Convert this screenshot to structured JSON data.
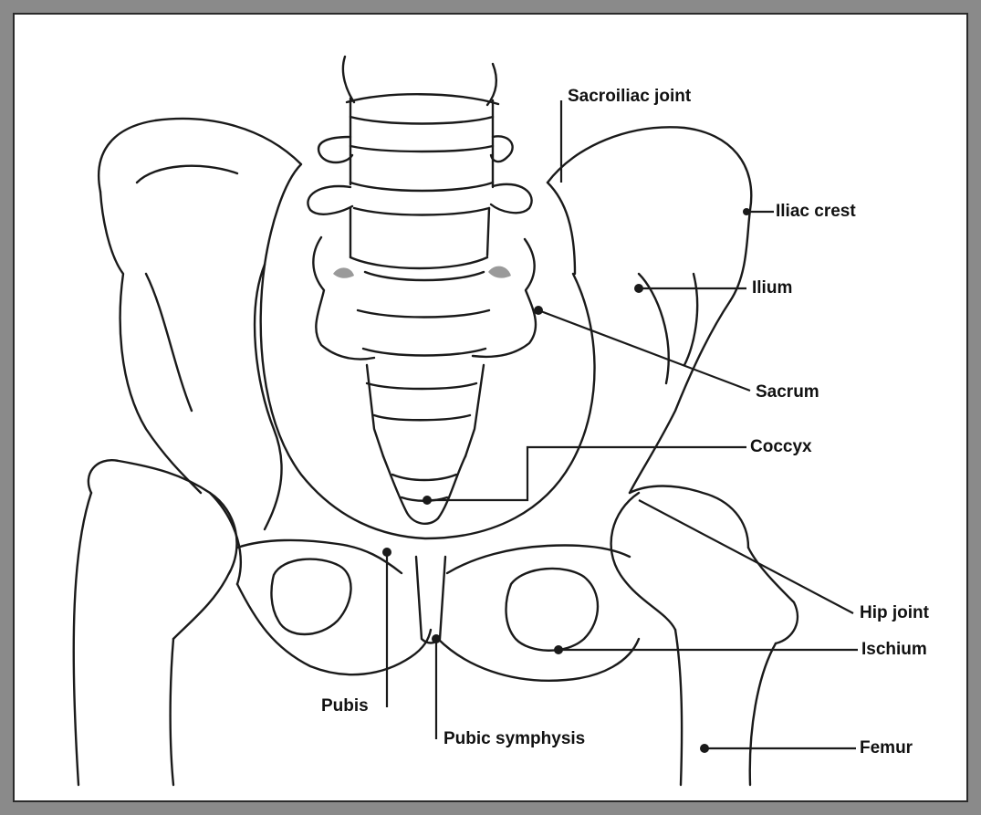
{
  "labels": {
    "sacroiliac_joint": "Sacroiliac joint",
    "iliac_crest": "Iliac crest",
    "ilium": "Ilium",
    "sacrum": "Sacrum",
    "coccyx": "Coccyx",
    "hip_joint": "Hip joint",
    "ischium": "Ischium",
    "femur": "Femur",
    "pubis": "Pubis",
    "pubic_symphysis": "Pubic symphysis"
  },
  "colors": {
    "line": "#1a1a1a",
    "border": "#8a8a8a",
    "shade": "#9a9a9a"
  }
}
